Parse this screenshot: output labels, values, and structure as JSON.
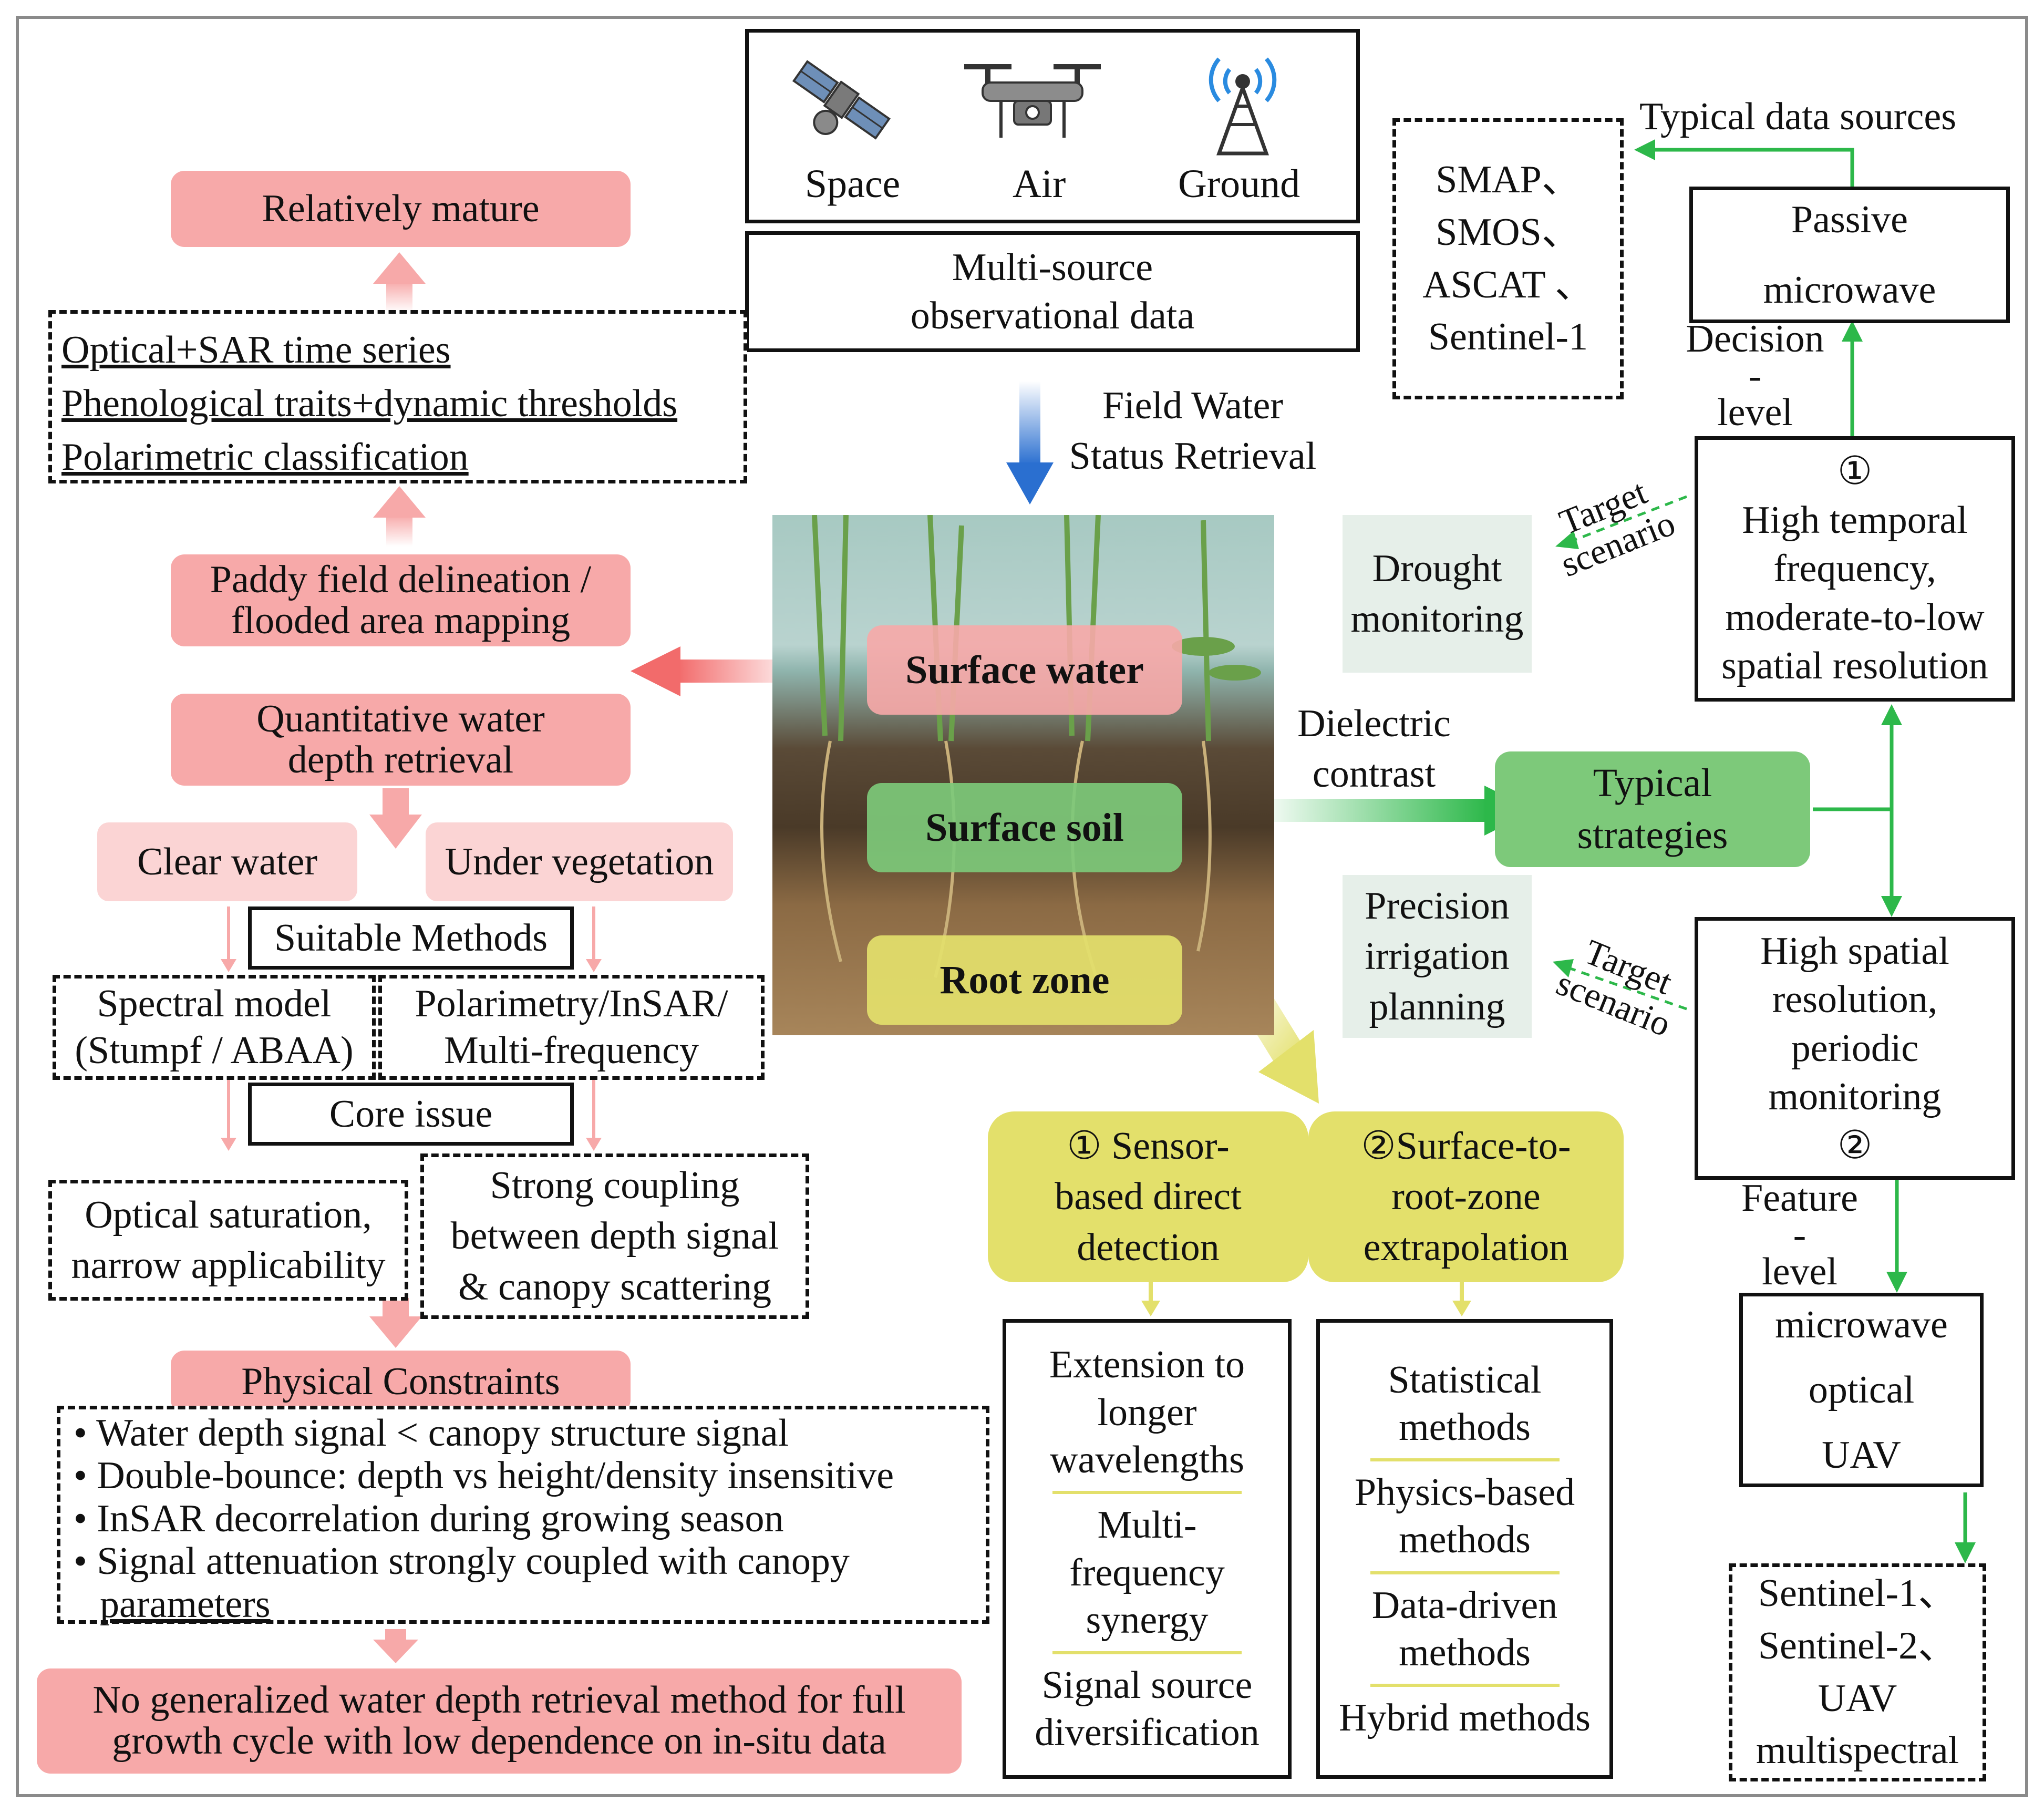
{
  "top": {
    "icons": [
      "Space",
      "Air",
      "Ground"
    ],
    "multi_source": [
      "Multi-source",
      "observational data"
    ],
    "field_retrieval": [
      "Field Water",
      "Status Retrieval"
    ]
  },
  "left": {
    "relatively_mature": "Relatively mature",
    "methods_list": [
      "Optical+SAR time series",
      "Phenological traits+dynamic thresholds",
      "Polarimetric classification"
    ],
    "paddy": [
      "Paddy field delineation /",
      "flooded area mapping"
    ],
    "quantitative": [
      "Quantitative water",
      "depth retrieval"
    ],
    "clear_water": "Clear water",
    "under_vegetation": "Under vegetation",
    "suitable_methods": "Suitable Methods",
    "spectral": [
      "Spectral model",
      "(Stumpf / ABAA)"
    ],
    "polarimetry": [
      "Polarimetry/InSAR/",
      "Multi-frequency"
    ],
    "core_issue": "Core issue",
    "optical_sat": [
      "Optical saturation,",
      "narrow applicability"
    ],
    "strong_coupling": [
      "Strong coupling",
      "between depth signal",
      "& canopy scattering"
    ],
    "physical_constraints": "Physical Constraints",
    "constraints": [
      "• Water depth signal < canopy structure signal",
      "• Double-bounce: depth vs height/density insensitive",
      "• InSAR decorrelation during growing season",
      "• Signal attenuation strongly coupled with canopy",
      "parameters"
    ],
    "conclusion": [
      "No generalized water depth retrieval method for full",
      "growth cycle with low dependence on in-situ data"
    ]
  },
  "center": {
    "surface_water": "Surface water",
    "surface_soil": "Surface soil",
    "root_zone": "Root zone",
    "dielectric": [
      "Dielectric",
      "contrast"
    ],
    "typical_strategies": [
      "Typical",
      "strategies"
    ],
    "drought": [
      "Drought",
      "monitoring"
    ],
    "precision": [
      "Precision",
      "irrigation",
      "planning"
    ],
    "target_scenario": [
      "Target",
      "scenario"
    ]
  },
  "right": {
    "typical_sources": "Typical data sources",
    "sources_list": [
      "SMAP、",
      "SMOS、",
      "ASCAT 、",
      "Sentinel-1"
    ],
    "passive": "Passive",
    "microwave": "microwave",
    "decision_level": [
      "Decision",
      "-",
      "level"
    ],
    "strategy1": [
      "①",
      "High temporal",
      "frequency,",
      "moderate-to-low",
      "spatial resolution"
    ],
    "strategy2": [
      "High spatial",
      "resolution,",
      "periodic",
      "monitoring",
      "②"
    ],
    "feature_level": [
      "Feature",
      "-",
      "level"
    ],
    "fusion": [
      "microwave",
      "optical",
      "UAV"
    ],
    "sentinel_list": [
      "Sentinel-1、",
      "Sentinel-2、",
      "UAV",
      "multispectral"
    ]
  },
  "bottom": {
    "approach1": [
      "①    Sensor-",
      "based direct",
      "detection"
    ],
    "approach2": [
      "②Surface-to-",
      "root-zone",
      "extrapolation"
    ],
    "list1": [
      "Extension to",
      "longer",
      "wavelengths",
      "Multi-",
      "frequency",
      "synergy",
      "Signal source",
      "diversification"
    ],
    "list2": [
      "Statistical",
      "methods",
      "Physics-based",
      "methods",
      "Data-driven",
      "methods",
      "Hybrid methods"
    ]
  },
  "colors": {
    "pink": "#f7a9a9",
    "lightpink": "#fbd4d4",
    "green": "#2db84a",
    "greenbox": "#7dc97a",
    "yellow": "#e3e06b",
    "blue": "#2a6fd0"
  }
}
